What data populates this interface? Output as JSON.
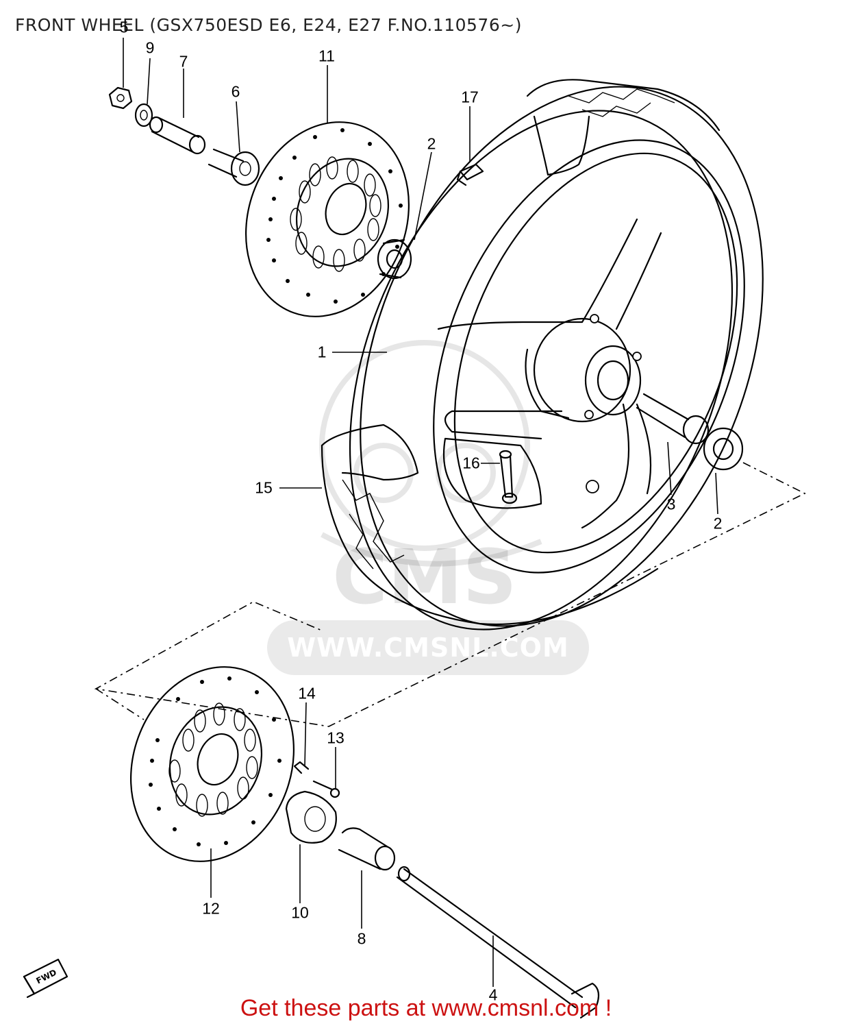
{
  "diagram": {
    "title": "FRONT WHEEL (GSX750ESD E6, E24, E27 F.NO.110576~)",
    "footer": "Get these parts at www.cmsnl.com !",
    "watermark": {
      "logo_text": "CMS",
      "url_text": "WWW.CMSNL.COM"
    },
    "direction_badge": "FWD",
    "callouts": [
      "5",
      "9",
      "7",
      "6",
      "11",
      "17",
      "2",
      "1",
      "16",
      "15",
      "3",
      "2",
      "14",
      "13",
      "12",
      "10",
      "8",
      "4"
    ]
  }
}
